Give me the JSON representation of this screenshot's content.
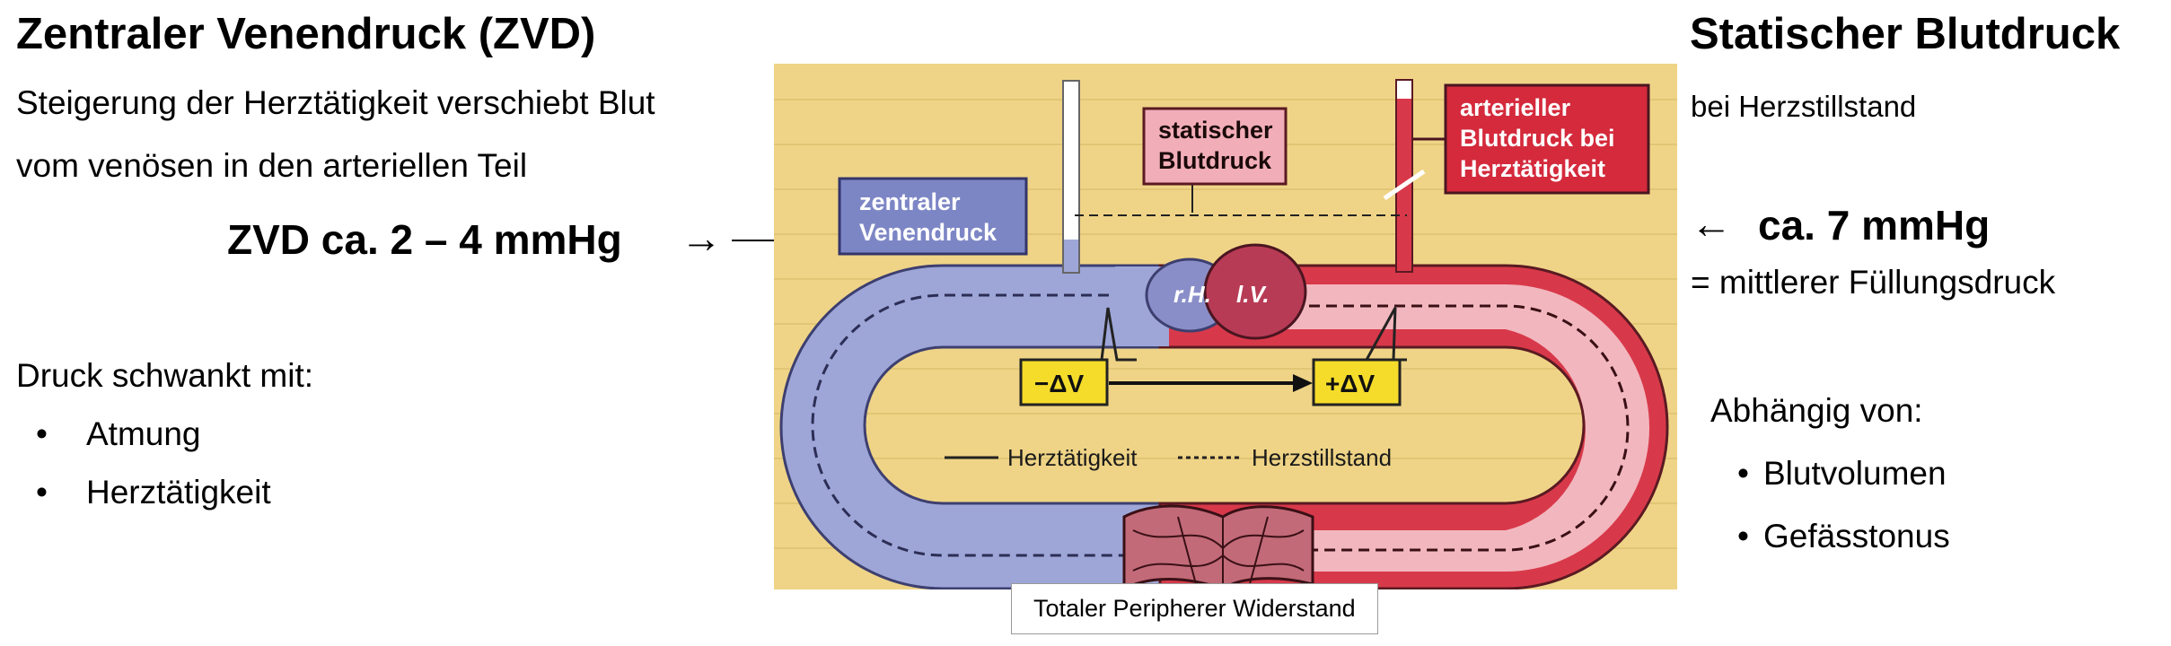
{
  "left": {
    "title": "Zentraler Venendruck (ZVD)",
    "desc_line1": "Steigerung der Herztätigkeit verschiebt Blut",
    "desc_line2": "vom venösen in den arteriellen Teil",
    "zvd_value": "ZVD ca. 2 – 4 mmHg",
    "zvd_arrow": "→",
    "druck_heading": "Druck schwankt mit:",
    "druck_items": [
      "Atmung",
      "Herztätigkeit"
    ],
    "bullet_char": "•"
  },
  "right": {
    "title": "Statischer Blutdruck",
    "subtitle": "bei Herzstillstand",
    "value_arrow": "←",
    "value": "ca. 7 mmHg",
    "value_note": "=  mittlerer Füllungsdruck",
    "depends_heading": "Abhängig von:",
    "depends_items": [
      "Blutvolumen",
      "Gefässtonus"
    ],
    "bullet_char": "•"
  },
  "diagram": {
    "zentraler_line1": "zentraler",
    "zentraler_line2": "Venendruck",
    "statischer_line1": "statischer",
    "statischer_line2": "Blutdruck",
    "arteriell_line1": "arterieller",
    "arteriell_line2": "Blutdruck bei",
    "arteriell_line3": "Herztätigkeit",
    "rh_label": "r.H.",
    "lv_label": "l.V.",
    "minus_dv": "−ΔV",
    "plus_dv": "+ΔV",
    "legend_solid": "Herztätigkeit",
    "legend_dashed": "Herzstillstand",
    "colors": {
      "background": "#efd487",
      "venous": "#9ea6d8",
      "venous_dark": "#6f78b8",
      "arterial": "#d8394a",
      "arterial_light": "#f2b7be",
      "label_blue": "#7d86c5",
      "label_pink": "#f2aeb8",
      "label_red": "#d42a3c",
      "yellow": "#f5dc2a"
    }
  },
  "caption": "Totaler Peripherer Widerstand"
}
